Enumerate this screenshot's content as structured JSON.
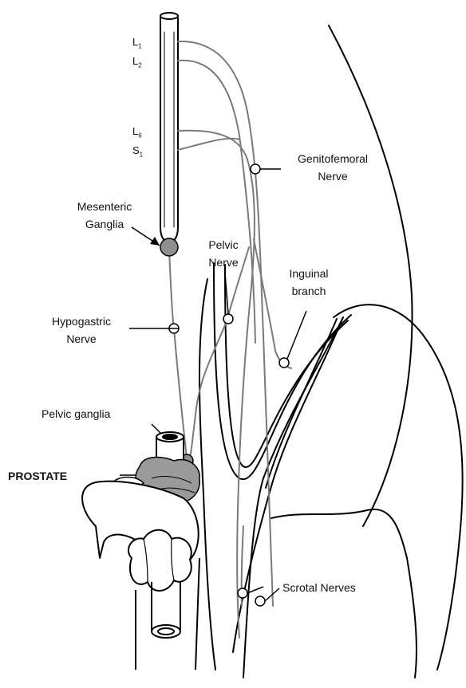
{
  "colors": {
    "outline": "#000000",
    "nerve": "#7a7a7a",
    "ganglion_fill": "#8f8f8f",
    "prostate_fill": "#9a9a9a",
    "background": "#ffffff"
  },
  "spinal_segments": {
    "l1": {
      "letter": "L",
      "sub": "1"
    },
    "l2": {
      "letter": "L",
      "sub": "2"
    },
    "l6": {
      "letter": "L",
      "sub": "6"
    },
    "s1": {
      "letter": "S",
      "sub": "1"
    }
  },
  "labels": {
    "genitofemoral": [
      "Genitofemoral",
      "Nerve"
    ],
    "mesenteric": [
      "Mesenteric",
      "Ganglia"
    ],
    "pelvic_nerve": [
      "Pelvic",
      "Nerve"
    ],
    "inguinal": [
      "Inguinal",
      "branch"
    ],
    "hypogastric": [
      "Hypogastric",
      "Nerve"
    ],
    "pelvic_ganglia": "Pelvic ganglia",
    "prostate": "PROSTATE",
    "scrotal": "Scrotal Nerves"
  }
}
